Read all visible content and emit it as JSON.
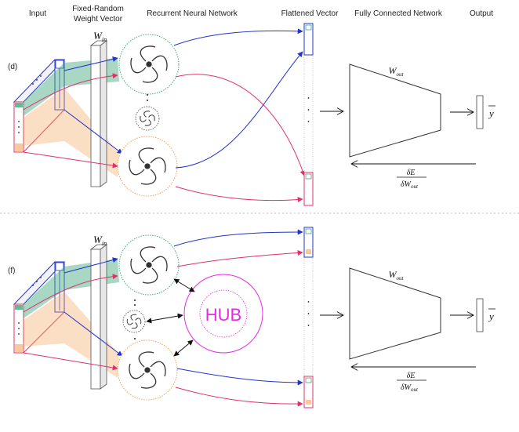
{
  "header": {
    "input": "Input",
    "weight_line1": "Fixed-Random",
    "weight_line2": "Weight Vector",
    "rnn": "Recurrent Neural Network",
    "flattened": "Flattened Vector",
    "fcn": "Fully Connected Network",
    "output": "Output"
  },
  "panel_d": {
    "label": "(d)",
    "w_in": "W",
    "w_in_sub": "in",
    "w_out": "W",
    "w_out_sub": "out",
    "y_bar": "y",
    "grad_num": "δE",
    "grad_den": "δW",
    "grad_den_sub": "out",
    "dots": "⋮"
  },
  "panel_f": {
    "label": "(f)",
    "hub": "HUB",
    "w_in": "W",
    "w_in_sub": "in",
    "w_out": "W",
    "w_out_sub": "out",
    "y_bar": "y",
    "grad_num": "δE",
    "grad_den": "δW",
    "grad_den_sub": "out",
    "dots": "⋮"
  },
  "colors": {
    "blue": "#2233cc",
    "pink": "#e0306a",
    "green": "#3fa87a",
    "orange": "#f3a25a",
    "magenta": "#e62be6",
    "gray": "#555555"
  }
}
